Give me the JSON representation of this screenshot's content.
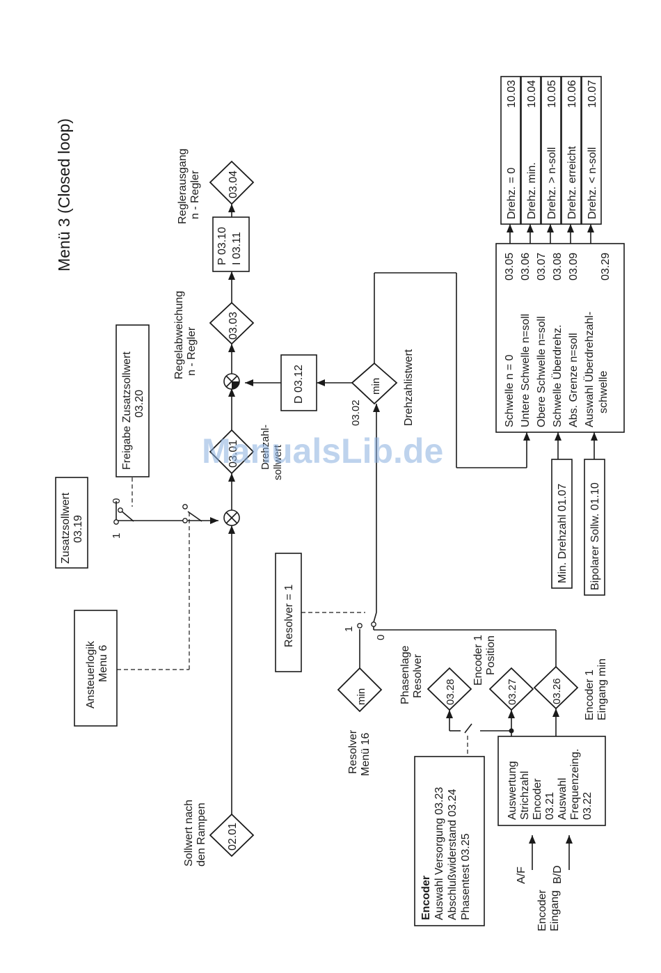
{
  "title": "Menü 3 (Closed loop)",
  "watermark": "ManualsLib.de",
  "inputs": {
    "sollwert_label": [
      "Sollwert nach",
      "den Rampen"
    ],
    "sollwert_param": "02.01",
    "ansteuerlogik": [
      "Ansteuerlogik",
      "Menu 6"
    ],
    "zusatzsollwert": [
      "Zusatzsollwert",
      "03.19"
    ],
    "switch1_label_1": "1",
    "switch1_label_0": "0",
    "freigabe": [
      "Freigabe Zusatzsollwert",
      "03.20"
    ],
    "resolver_eq": "Resolver = 1",
    "switch2_label_1": "1",
    "switch2_label_0": "0"
  },
  "main": {
    "drehzahlsollwert_param": "03.01",
    "drehzahlsollwert_label": [
      "Drehzahl-",
      "sollwert"
    ],
    "regelabweichung_label": [
      "Regelabweichung",
      "n - Regler"
    ],
    "regelabweichung_param": "03.03",
    "pi_box": [
      "P 03.10",
      "I  03.11"
    ],
    "reglerausgang_label": [
      "Reglerausgang",
      "n - Regler"
    ],
    "reglerausgang_param": "03.04",
    "d_box": "D 03.12",
    "drehzahlistwert_param": "03.02",
    "drehzahlistwert_unit": "min",
    "drehzahlistwert_label": "Drehzahlistwert"
  },
  "resolver": {
    "unit": "min",
    "label": [
      "Resolver",
      "Menü 16"
    ]
  },
  "encoder_feedback": {
    "phasenlage_param": "03.28",
    "phasenlage_label": [
      "Phasenlage",
      "Resolver"
    ],
    "position_param": "03.27",
    "position_label": [
      "Encoder 1",
      "Position"
    ],
    "eingang_param": "03.26",
    "eingang_label": [
      "Encoder 1",
      "Eingang min"
    ]
  },
  "encoder_box": {
    "heading": "Encoder",
    "lines": [
      "Auswahl Versorgung 03.23",
      "Abschlußwiderstand  03.24",
      "Phasentest 03.25"
    ]
  },
  "auswertung_box": {
    "lines": [
      "Auswertung",
      "Strichzahl",
      "Encoder",
      "03.21",
      "Auswahl",
      "Frequenzeing.",
      "03.22"
    ]
  },
  "encoder_eingang": {
    "label": [
      "Encoder",
      "Eingang"
    ],
    "af": "A/F",
    "bd": "B/D"
  },
  "thresholds": {
    "rows": [
      {
        "name": "Schwelle n = 0",
        "param": "03.05"
      },
      {
        "name": "Untere Schwelle n=soll",
        "param": "03.06"
      },
      {
        "name": "Obere Schwelle n=soll",
        "param": "03.07"
      },
      {
        "name": "Schwelle Überdrehz.",
        "param": "03.08"
      },
      {
        "name": "Abs. Grenze n=soll",
        "param": "03.09"
      },
      {
        "name": "Auswahl Überdrehzahl-",
        "param": "03.29"
      },
      {
        "name": "schwelle",
        "param": ""
      }
    ],
    "min_drehzahl": "Min. Drehzahl  01.07",
    "bipolarer": "Bipolarer Sollw. 01.10"
  },
  "outputs": [
    {
      "name": "Drehz. = 0",
      "param": "10.03"
    },
    {
      "name": "Drehz. min.",
      "param": "10.04"
    },
    {
      "name": "Drehz. > n-soll",
      "param": "10.05"
    },
    {
      "name": "Drehz. erreicht",
      "param": "10.06"
    },
    {
      "name": "Drehz. < n-soll",
      "param": "10.07"
    }
  ]
}
